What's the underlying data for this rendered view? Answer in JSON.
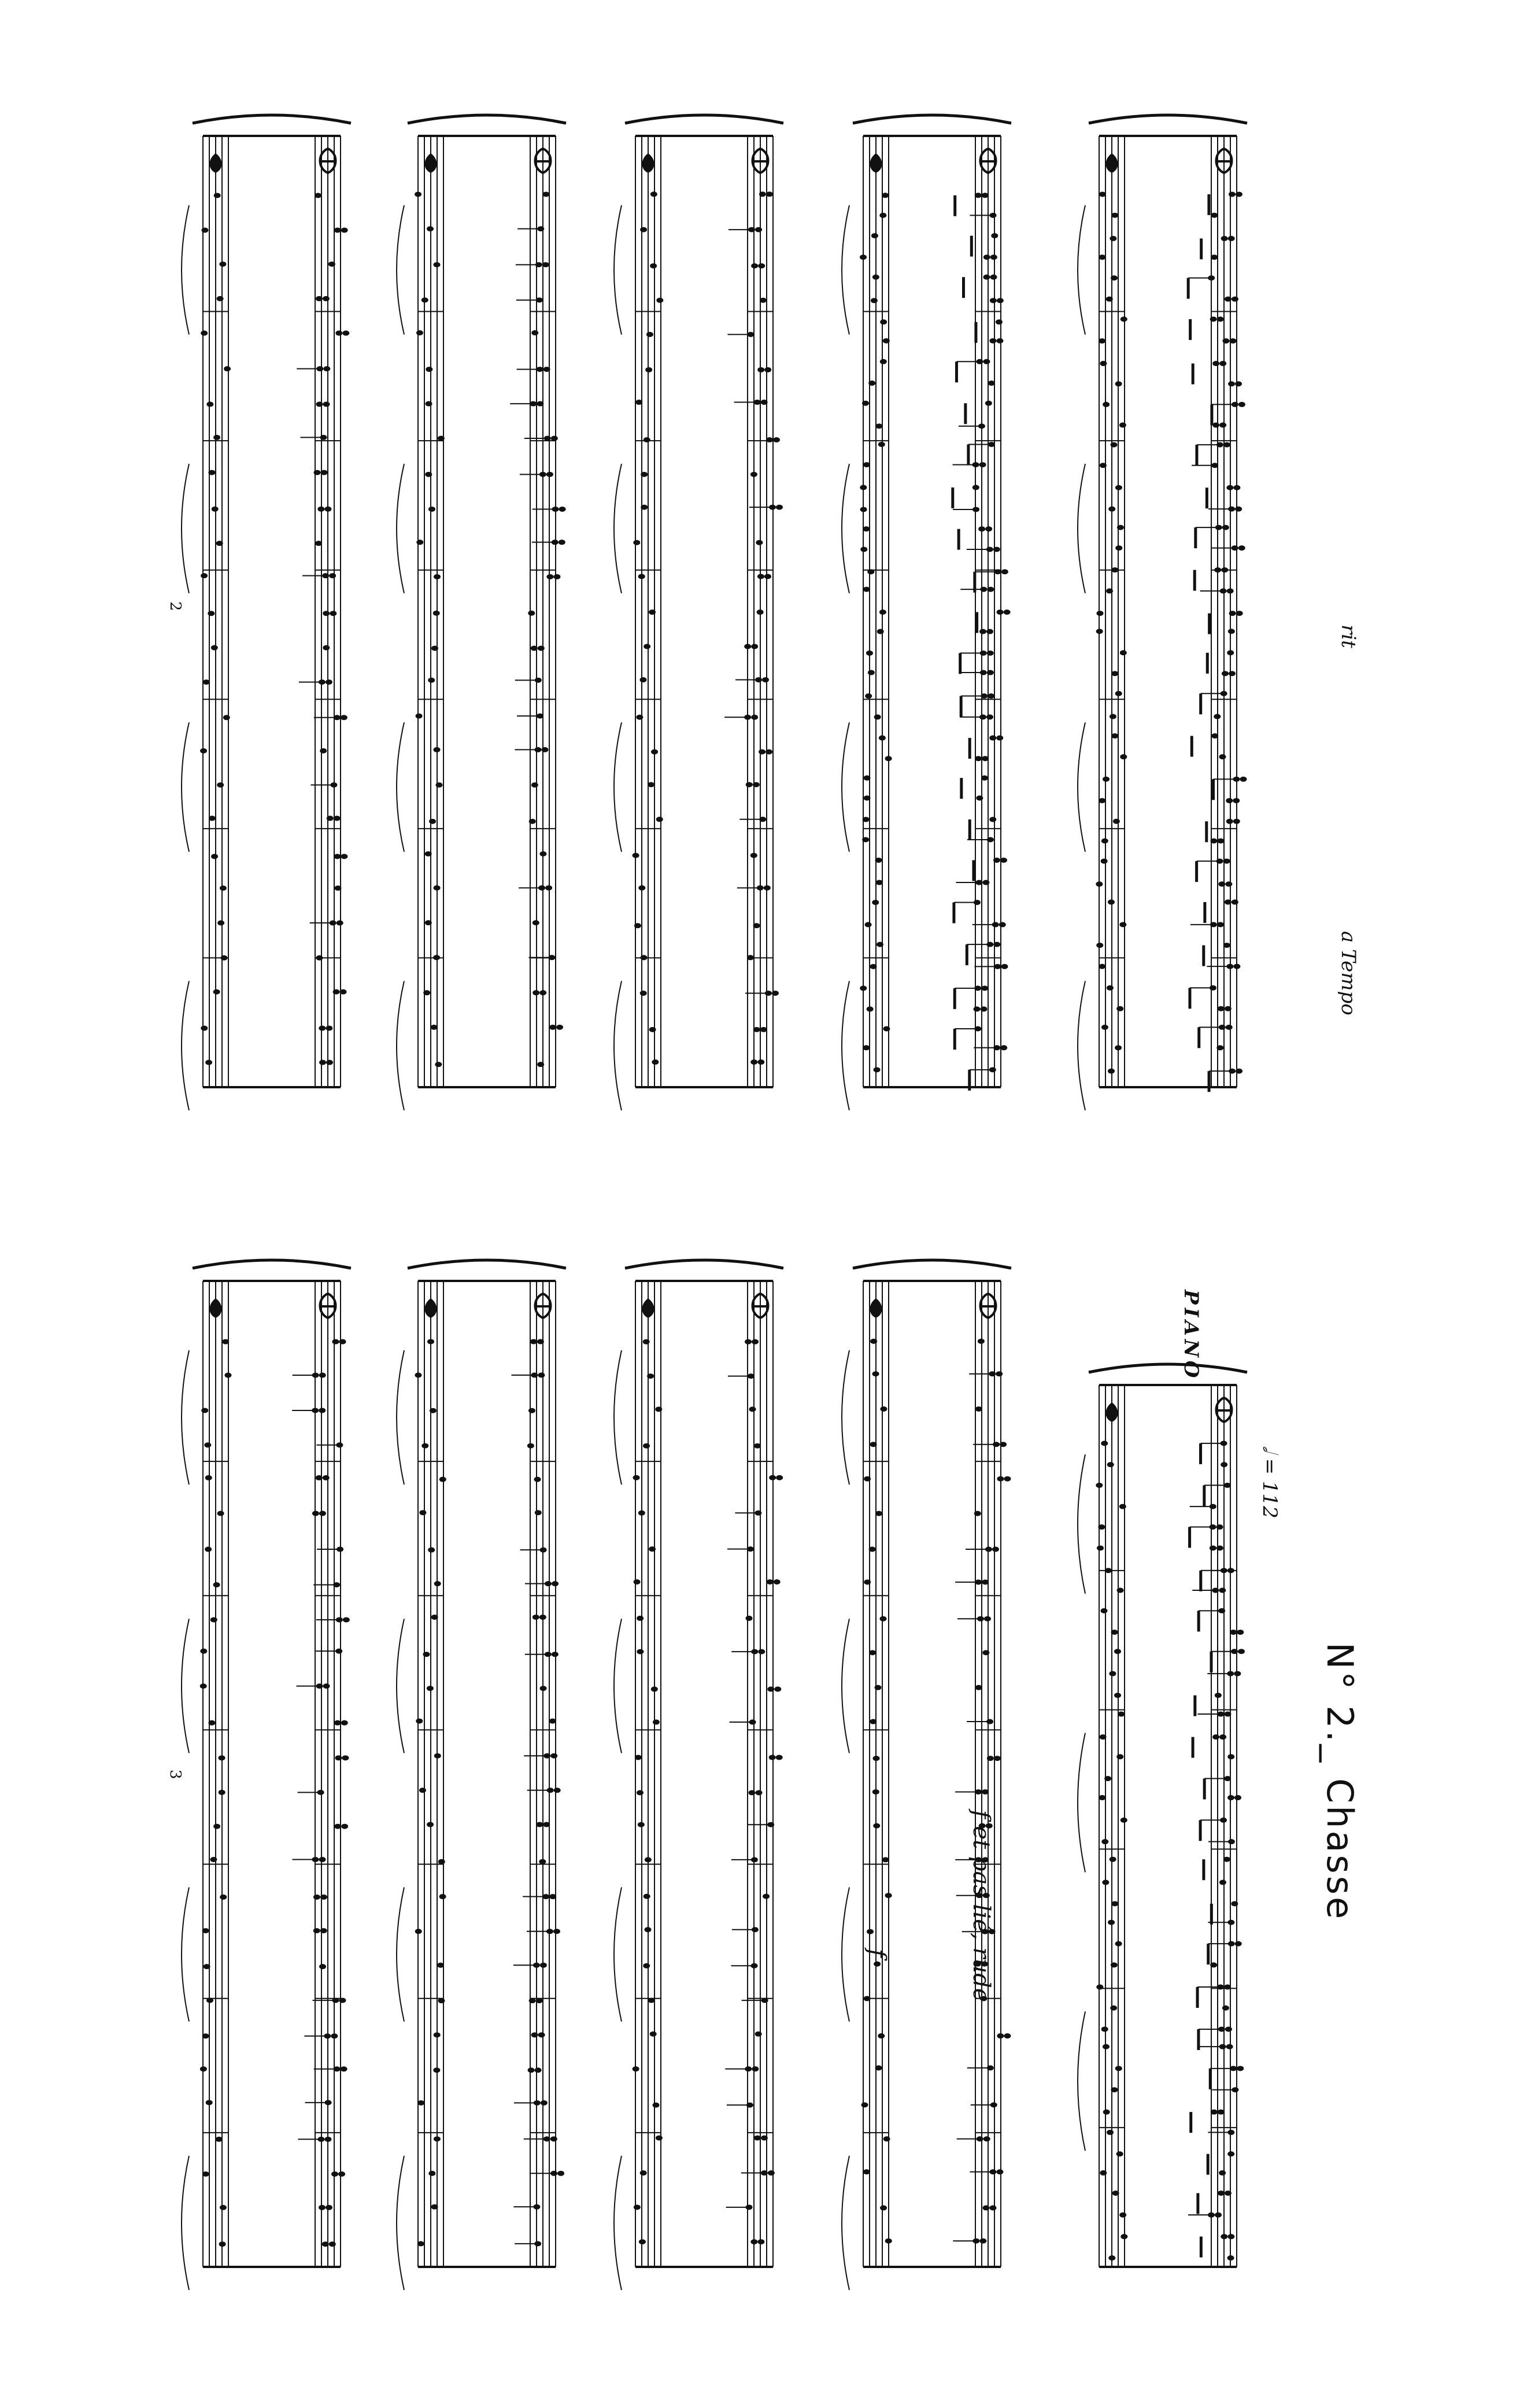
{
  "page_numbers": {
    "left_page": "2",
    "right_page": "3"
  },
  "piece": {
    "title": "N° 2._ Chasse",
    "instrument": "PIANO",
    "metronome": "𝅗𝅥 = 112"
  },
  "markings": {
    "a_tempo": "a Tempo",
    "rit": "rit",
    "perf_note": "f et pas lié, rude",
    "forte": "f"
  },
  "colors": {
    "ink": "#111111",
    "paper": "#ffffff"
  }
}
